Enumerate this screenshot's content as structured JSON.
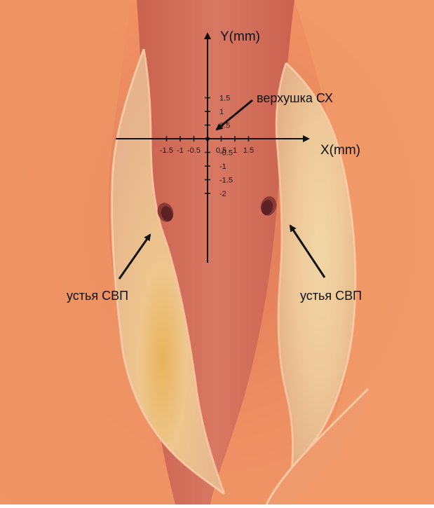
{
  "axes": {
    "x_title": "X(mm)",
    "y_title": "Y(mm)",
    "x_ticks": [
      "-1.5",
      "-1",
      "-0.5",
      "0.5",
      "1",
      "1.5"
    ],
    "y_ticks_upper": [
      "1.5",
      "1",
      "0.5"
    ],
    "y_ticks_lower": [
      "-0.5",
      "-1",
      "-1.5",
      "-2"
    ]
  },
  "labels": {
    "apex": "верхушка СХ",
    "ostium_left": "устья СВП",
    "ostium_right": "устья СВП"
  },
  "colors": {
    "background_tissue": "#EE8F62",
    "central_channel": "#D4705C",
    "fold_inner": "#EFCF9C",
    "fold_edge": "#F7C7A0",
    "axis_line": "#111111"
  }
}
